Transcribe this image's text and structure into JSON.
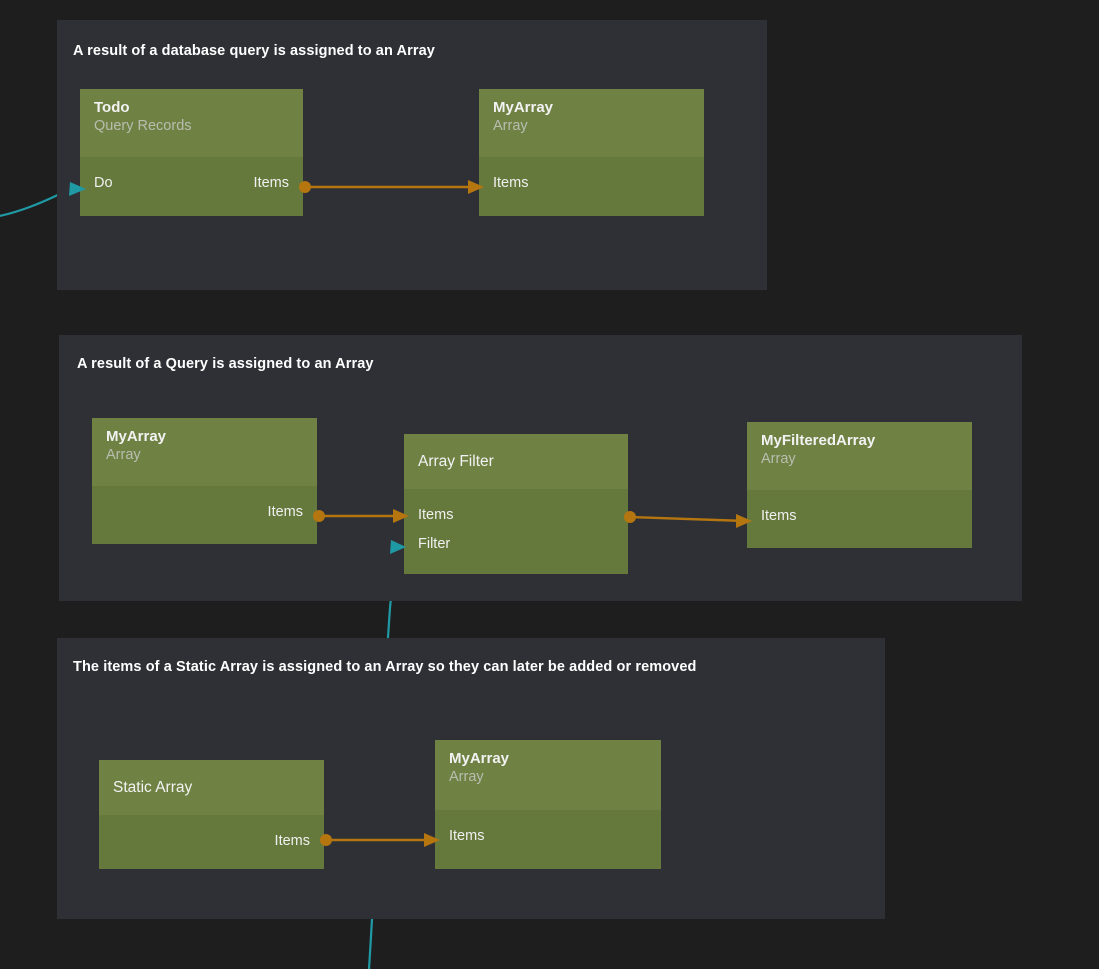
{
  "theme": {
    "page_background": "#1e1e1e",
    "panel_background": "#2e3036",
    "node_header": "#6f8244",
    "node_body": "#66793c",
    "node_title_color": "#f2f2f2",
    "node_subtitle_color": "#b9bdb0",
    "data_wire_color": "#b5750f",
    "exec_wire_color": "#1f9aa5"
  },
  "panels": [
    {
      "title": "A result of a database query is assigned to an Array",
      "nodes": [
        {
          "title": "Todo",
          "subtitle": "Query Records",
          "inputs": [
            "Do"
          ],
          "outputs": [
            "Items"
          ]
        },
        {
          "title": "MyArray",
          "subtitle": "Array",
          "inputs": [
            "Items"
          ],
          "outputs": []
        }
      ]
    },
    {
      "title": "A result of a Query is assigned to an Array",
      "nodes": [
        {
          "title": "MyArray",
          "subtitle": "Array",
          "inputs": [],
          "outputs": [
            "Items"
          ]
        },
        {
          "title": "Array Filter",
          "subtitle": "",
          "inputs": [
            "Items",
            "Filter"
          ],
          "outputs": [
            "Items"
          ]
        },
        {
          "title": "MyFilteredArray",
          "subtitle": "Array",
          "inputs": [
            "Items"
          ],
          "outputs": []
        }
      ]
    },
    {
      "title": "The items of a Static Array is assigned to an Array so they can later be added or removed",
      "nodes": [
        {
          "title": "Static Array",
          "subtitle": "",
          "inputs": [],
          "outputs": [
            "Items"
          ]
        },
        {
          "title": "MyArray",
          "subtitle": "Array",
          "inputs": [
            "Items"
          ],
          "outputs": []
        }
      ]
    }
  ]
}
